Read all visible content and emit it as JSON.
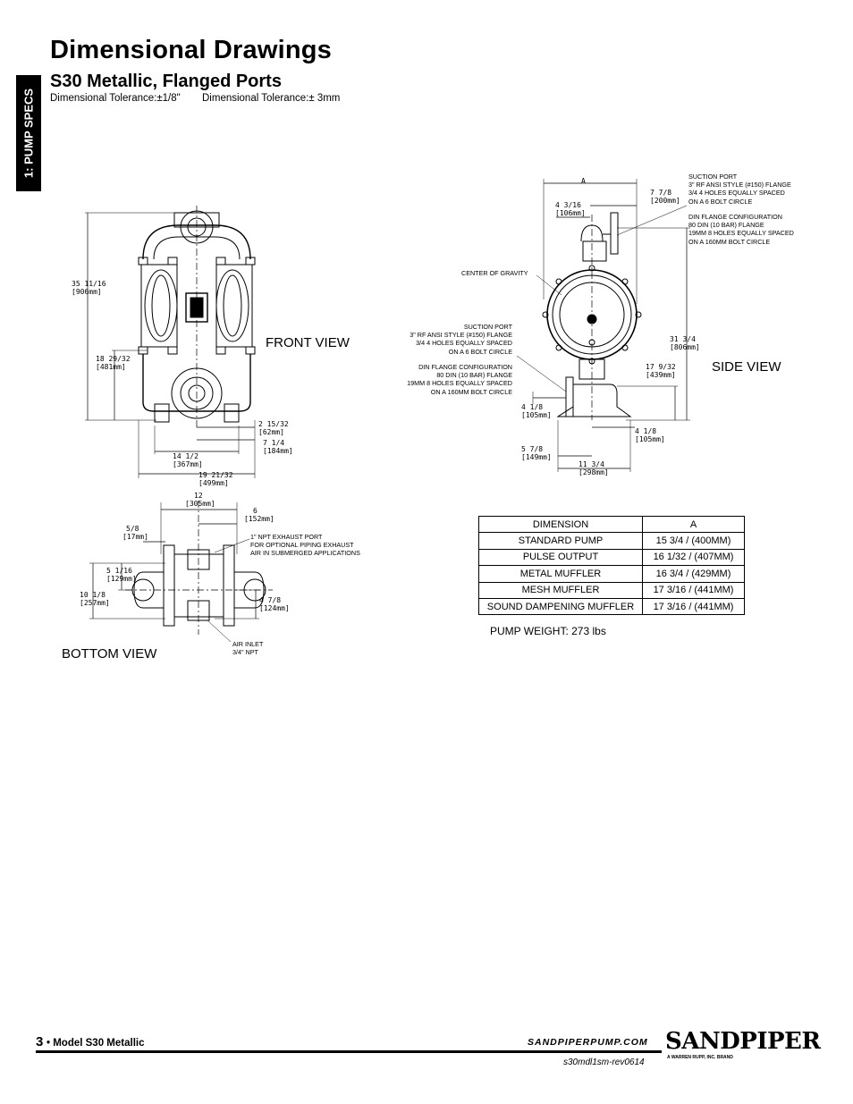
{
  "page": {
    "title": "Dimensional Drawings",
    "subtitle": "S30 Metallic, Flanged Ports",
    "tolerance_in": "Dimensional Tolerance:±1/8\"",
    "tolerance_mm": "Dimensional Tolerance:± 3mm",
    "side_tab": "1: PUMP SPECS"
  },
  "views": {
    "front": "FRONT VIEW",
    "side": "SIDE VIEW",
    "bottom": "BOTTOM VIEW"
  },
  "front_dims": {
    "overall_height": [
      "35  11/16",
      "[906mm]"
    ],
    "inlet_height": [
      "18  29/32",
      "[481mm]"
    ],
    "foot_offset": [
      "2  15/32",
      "[62mm]"
    ],
    "half_width": [
      "7  1/4",
      "[184mm]"
    ],
    "mount_width": [
      "14  1/2",
      "[367mm]"
    ],
    "overall_width": [
      "19  21/32",
      "[499mm]"
    ]
  },
  "side_dims": {
    "a_label": "A",
    "discharge_offset": [
      "4  3/16",
      "[106mm]"
    ],
    "flange_offset": [
      "7  7/8",
      "[200mm]"
    ],
    "overall_height": [
      "31  3/4",
      "[806mm]"
    ],
    "inlet_height": [
      "17  9/32",
      "[439mm]"
    ],
    "base_left": [
      "4  1/8",
      "[105mm]"
    ],
    "base_right": [
      "4  1/8",
      "[105mm]"
    ],
    "base_width": [
      "5  7/8",
      "[149mm]"
    ],
    "overall_depth": [
      "11  3/4",
      "[298mm]"
    ]
  },
  "bottom_dims": {
    "width": [
      "12",
      "[305mm]"
    ],
    "half": [
      "6",
      "[152mm]"
    ],
    "slot": [
      "5/8",
      "[17mm]"
    ],
    "center": [
      "5  1/16",
      "[129mm]"
    ],
    "depth": [
      "10  1/8",
      "[257mm]"
    ],
    "offset": [
      "4  7/8",
      "[124mm]"
    ]
  },
  "notes": {
    "suction_top": [
      "SUCTION PORT",
      "3\" RF ANSI STYLE (#150) FLANGE",
      "3/4 4 HOLES EQUALLY SPACED",
      "ON A 6 BOLT CIRCLE"
    ],
    "din_top": [
      "DIN FLANGE CONFIGURATION",
      "80 DIN (10 BAR) FLANGE",
      "19MM 8 HOLES EQUALLY SPACED",
      "ON A 160MM BOLT CIRCLE"
    ],
    "center_of_gravity": "CENTER OF GRAVITY",
    "suction_left": [
      "SUCTION PORT",
      "3\" RF ANSI STYLE (#150) FLANGE",
      "3/4 4 HOLES EQUALLY SPACED",
      "ON A 6 BOLT CIRCLE"
    ],
    "din_left": [
      "DIN FLANGE CONFIGURATION",
      "80 DIN (10 BAR) FLANGE",
      "19MM 8 HOLES EQUALLY SPACED",
      "ON A 160MM BOLT CIRCLE"
    ],
    "exhaust": [
      "1\" NPT EXHAUST PORT",
      "FOR OPTIONAL PIPING EXHAUST",
      "AIR IN SUBMERGED APPLICATIONS"
    ],
    "air_inlet": [
      "AIR INLET",
      "3/4\" NPT"
    ]
  },
  "table": {
    "headers": [
      "DIMENSION",
      "A"
    ],
    "rows": [
      [
        "STANDARD PUMP",
        "15 3/4 / (400MM)"
      ],
      [
        "PULSE OUTPUT",
        "16 1/32 / (407MM)"
      ],
      [
        "METAL MUFFLER",
        "16 3/4 / (429MM)"
      ],
      [
        "MESH MUFFLER",
        "17 3/16 / (441MM)"
      ],
      [
        "SOUND DAMPENING MUFFLER",
        "17 3/16 / (441MM)"
      ]
    ]
  },
  "pump_weight": "PUMP WEIGHT: 273 lbs",
  "footer": {
    "page_number": "3",
    "model": "• Model S30 Metallic",
    "website": "SANDPIPERPUMP.COM",
    "revision": "s30mdl1sm-rev0614",
    "logo": "SANDPIPER",
    "logo_tagline": "A WARREN RUPP, INC. BRAND"
  }
}
